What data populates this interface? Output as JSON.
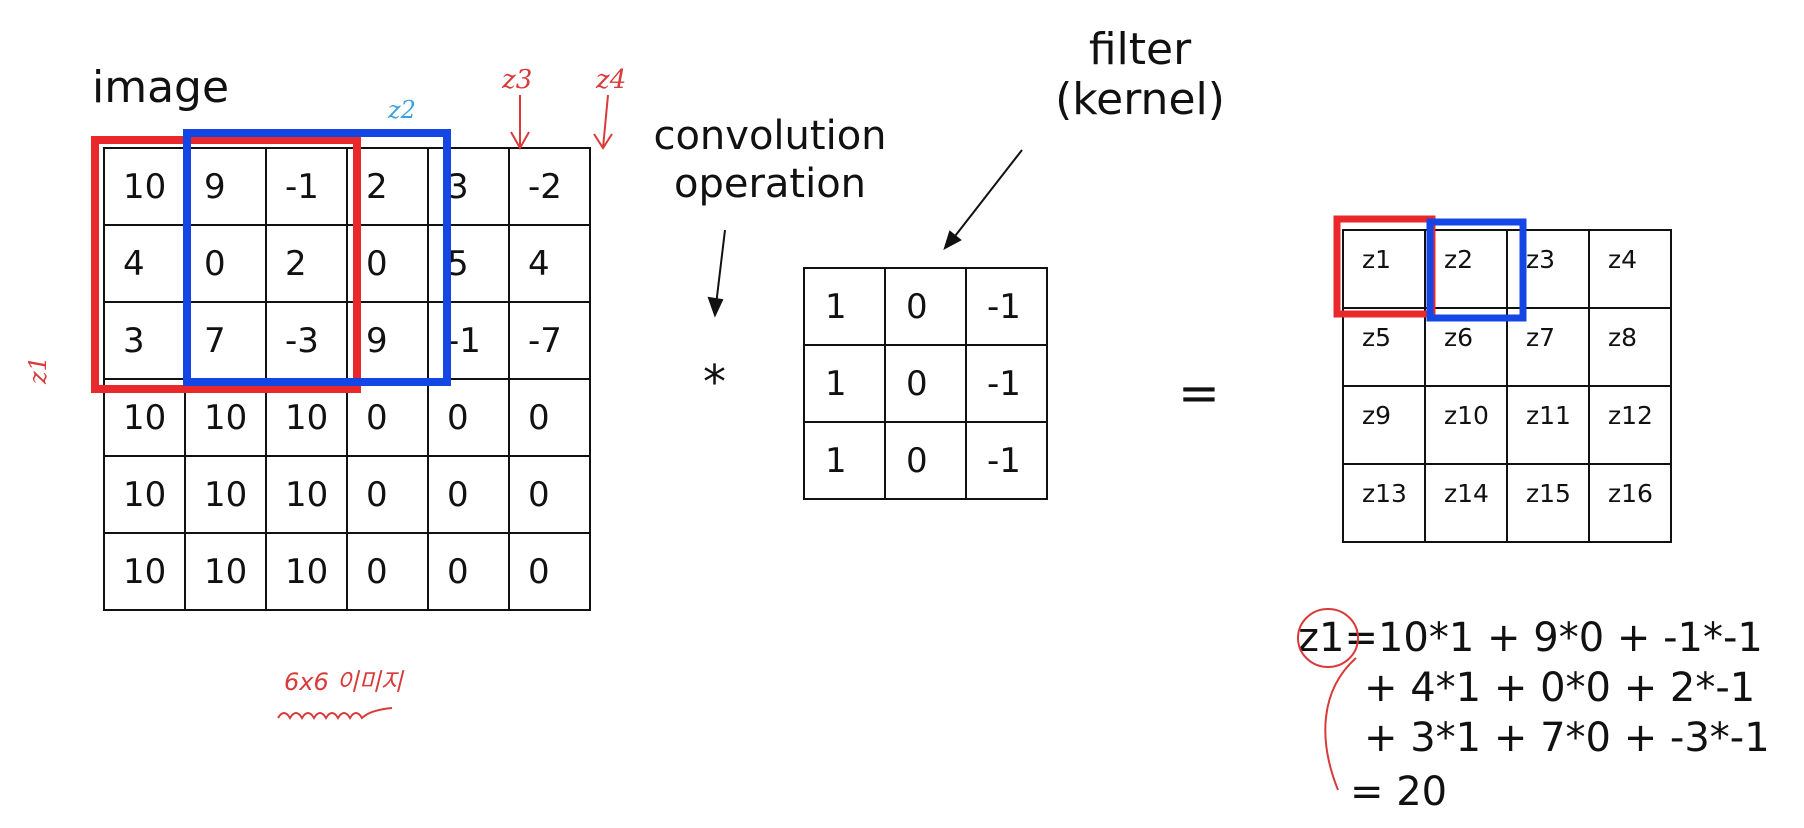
{
  "labels": {
    "image": "image",
    "filter_line1": "filter",
    "filter_line2": "(kernel)",
    "conv_line1": "convolution",
    "conv_line2": "operation",
    "star": "*",
    "equals": "="
  },
  "image_grid": [
    [
      "10",
      "9",
      "-1",
      "2",
      "3",
      "-2"
    ],
    [
      "4",
      "0",
      "2",
      "0",
      "5",
      "4"
    ],
    [
      "3",
      "7",
      "-3",
      "9",
      "-1",
      "-7"
    ],
    [
      "10",
      "10",
      "10",
      "0",
      "0",
      "0"
    ],
    [
      "10",
      "10",
      "10",
      "0",
      "0",
      "0"
    ],
    [
      "10",
      "10",
      "10",
      "0",
      "0",
      "0"
    ]
  ],
  "kernel_grid": [
    [
      "1",
      "0",
      "-1"
    ],
    [
      "1",
      "0",
      "-1"
    ],
    [
      "1",
      "0",
      "-1"
    ]
  ],
  "output_grid": [
    [
      "z1",
      "z2",
      "z3",
      "z4"
    ],
    [
      "z5",
      "z6",
      "z7",
      "z8"
    ],
    [
      "z9",
      "z10",
      "z11",
      "z12"
    ],
    [
      "z13",
      "z14",
      "z15",
      "z16"
    ]
  ],
  "equation": {
    "line1_var": "z1",
    "line1_rest": "=10*1 + 9*0 + -1*-1",
    "line2": "+ 4*1 + 0*0 + 2*-1",
    "line3": "+ 3*1 + 7*0 + -3*-1",
    "line4": "= 20"
  },
  "annotations": {
    "z1_side": "z1",
    "z2_top": "z2",
    "z3_top": "z3",
    "z4_top": "z4",
    "size_note": "6x6 이미지"
  },
  "colors": {
    "red": "#e8282a",
    "blue": "#1446e6",
    "annotation_red": "#d93a3a",
    "annotation_blue": "#3aa0e0"
  }
}
